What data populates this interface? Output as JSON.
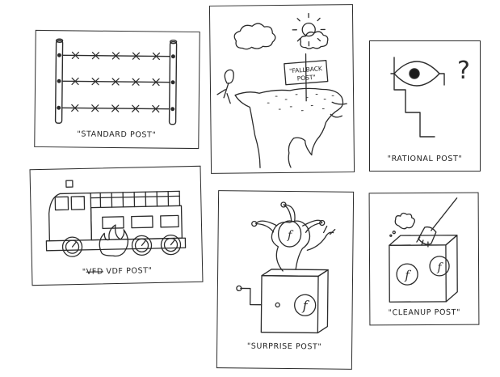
{
  "cards": {
    "standard": {
      "caption": "\"STANDARD POST\""
    },
    "fallback": {
      "caption": "\"FALLBACK POST\"",
      "sign_line1": "\"FALLBACK",
      "sign_line2": "POST\""
    },
    "rational": {
      "caption": "\"RATIONAL POST\"",
      "glyph": "?"
    },
    "vfd": {
      "caption_open_quote": "\"",
      "caption_struck": "VFD",
      "caption_rest": " VDF POST\""
    },
    "surprise": {
      "caption": "\"SURPRISE POST\"",
      "glyph": "f"
    },
    "cleanup": {
      "caption": "\"CLEANUP POST\"",
      "glyph": "f"
    }
  },
  "colors": {
    "ink": "#2b2b2b",
    "background": "#ffffff",
    "fill_dark": "#1a1a1a"
  },
  "icons": [
    "barbed-wire-fence-icon",
    "cloud-sun-icon",
    "fallback-sign-icon",
    "cliff-icon",
    "eye-icon",
    "question-mark-icon",
    "flowchart-icon",
    "fire-truck-icon",
    "gauge-icon",
    "flame-icon",
    "jack-in-the-box-icon",
    "cube-icon",
    "broom-icon"
  ]
}
